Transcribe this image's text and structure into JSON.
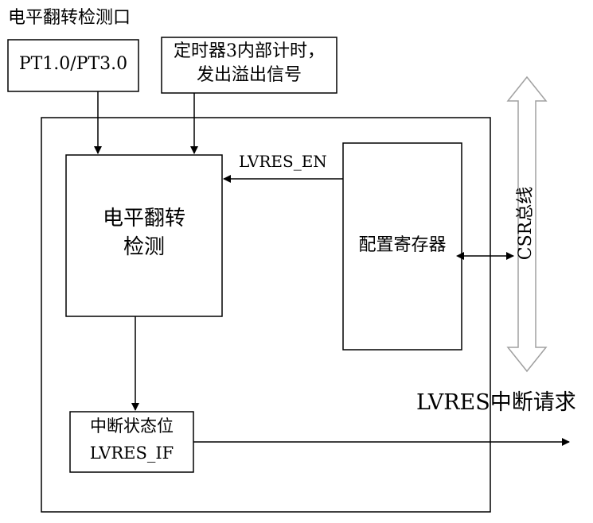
{
  "diagram": {
    "port_title": "电平翻转检测口",
    "port_box": "PT1.0/PT3.0",
    "timer_box": {
      "line1": "定时器3内部计时，",
      "line2": "发出溢出信号"
    },
    "detect_box": {
      "line1": "电平翻转",
      "line2": "检测"
    },
    "config_box": "配置寄存器",
    "enable_signal": "LVRES_EN",
    "bus_label": "CSR总线",
    "status_box": {
      "line1": "中断状态位",
      "line2": "LVRES_IF"
    },
    "interrupt_label": "LVRES中断请求",
    "colors": {
      "line": "#000000",
      "bus_outline": "#a0a0a0",
      "background": "#ffffff"
    }
  }
}
